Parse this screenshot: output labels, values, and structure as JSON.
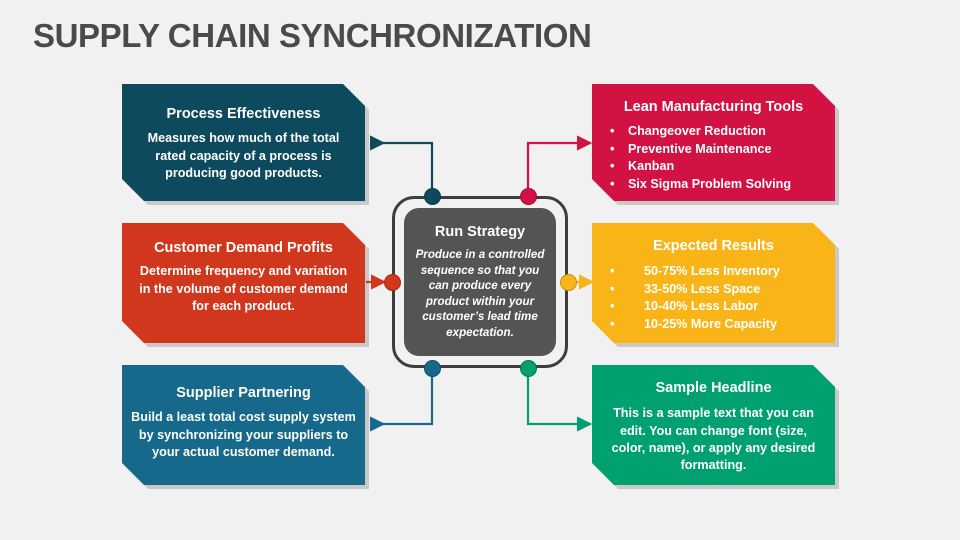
{
  "page": {
    "title": "SUPPLY CHAIN SYNCHRONIZATION",
    "background": "#f1f1f1",
    "title_color": "#4a4a4a"
  },
  "center": {
    "title": "Run Strategy",
    "body": "Produce in a controlled sequence so that you can produce every product within your customer’s lead time expectation.",
    "fill": "#545454",
    "ring_color": "#3d3d3d"
  },
  "cards": [
    {
      "id": "process-effectiveness",
      "side": "left",
      "title": "Process Effectiveness",
      "body": "Measures how much of the total rated capacity of a process is producing good products.",
      "items": [],
      "color": "#0d4a5e"
    },
    {
      "id": "customer-demand-profits",
      "side": "left",
      "title": "Customer Demand Profits",
      "body": "Determine frequency and variation in the volume of customer demand for each product.",
      "items": [],
      "color": "#d0371c"
    },
    {
      "id": "supplier-partnering",
      "side": "left",
      "title": "Supplier Partnering",
      "body": "Build a least total cost supply system by synchronizing your suppliers to your actual customer demand.",
      "items": [],
      "color": "#16698a"
    },
    {
      "id": "lean-manufacturing-tools",
      "side": "right",
      "title": "Lean Manufacturing Tools",
      "body": "",
      "items": [
        "Changeover Reduction",
        "Preventive Maintenance",
        "Kanban",
        "Six Sigma Problem Solving"
      ],
      "color": "#d11242"
    },
    {
      "id": "expected-results",
      "side": "right",
      "title": "Expected Results",
      "body": "",
      "items": [
        "50-75% Less Inventory",
        "33-50% Less Space",
        "10-40% Less Labor",
        "10-25% More Capacity"
      ],
      "color": "#f9b417"
    },
    {
      "id": "sample-headline",
      "side": "right",
      "title": "Sample Headline",
      "body": "This is a sample text that you can edit. You can change font (size, color, name), or apply any desired formatting.",
      "items": [],
      "color": "#00a070"
    }
  ],
  "connectors": [
    {
      "id": "top-left",
      "color": "#0d4a5e",
      "direction": "to-card"
    },
    {
      "id": "middle-left",
      "color": "#d0371c",
      "direction": "to-center"
    },
    {
      "id": "bottom-left",
      "color": "#16698a",
      "direction": "to-card"
    },
    {
      "id": "top-right",
      "color": "#d11242",
      "direction": "to-card"
    },
    {
      "id": "middle-right",
      "color": "#f9b417",
      "direction": "to-card"
    },
    {
      "id": "bottom-right",
      "color": "#00a070",
      "direction": "to-card"
    }
  ]
}
